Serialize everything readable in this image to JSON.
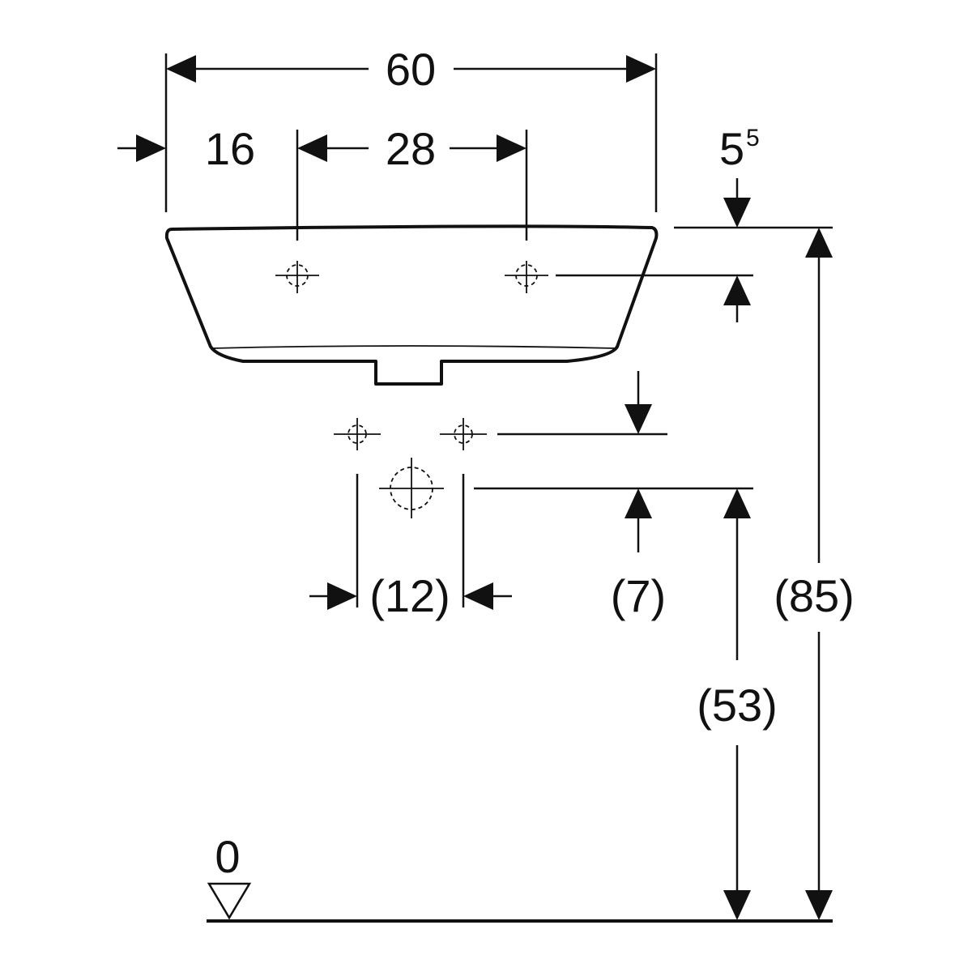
{
  "dimensions": {
    "overall_width": "60",
    "edge_to_hole": "16",
    "tap_hole_spacing": "28",
    "rim_to_hole_base": "5",
    "rim_to_hole_sup": "5",
    "supply_spacing": "(12)",
    "supply_to_waste": "(7)",
    "rim_height": "(85)",
    "waste_height": "(53)",
    "floor_level": "0"
  },
  "colors": {
    "ink": "#111111",
    "background": "#ffffff"
  }
}
